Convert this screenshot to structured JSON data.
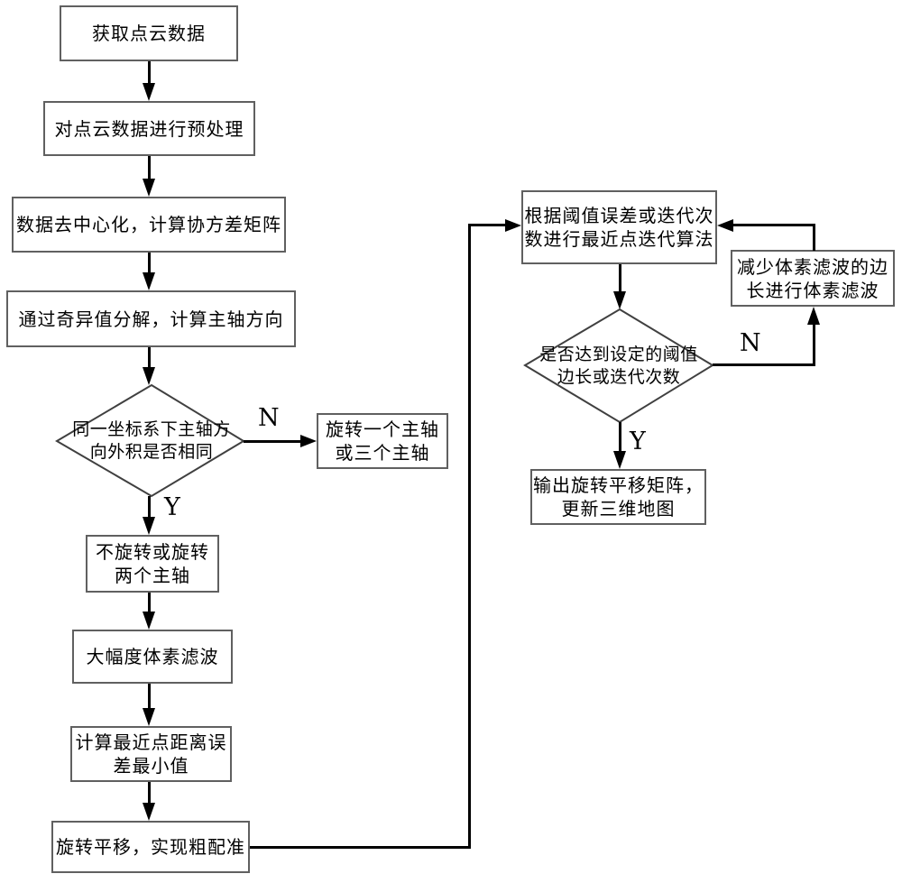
{
  "diagram": {
    "nodes": {
      "acquire": "获取点云数据",
      "preprocess": "对点云数据进行预处理",
      "decenter": "数据去中心化，计算协方差矩阵",
      "svd": "通过奇异值分解，计算主轴方向",
      "decision_cross_product": "同一坐标系下主轴方\n向外积是否相同",
      "rotate_one_or_three": "旋转一个主轴\n或三个主轴",
      "rotate_none_or_two": "不旋转或旋转\n两个主轴",
      "large_voxel_filter": "大幅度体素滤波",
      "min_nearest_error": "计算最近点距离误\n差最小值",
      "coarse_registration": "旋转平移，实现粗配准",
      "icp_iteration": "根据阈值误差或迭代次\n数进行最近点迭代算法",
      "decision_threshold": "是否达到设定的阈值\n边长或迭代次数",
      "reduce_voxel_edge": "减少体素滤波的边\n长进行体素滤波",
      "output_matrix": "输出旋转平移矩阵，\n更新三维地图"
    },
    "branch_labels": {
      "n1": "N",
      "y1": "Y",
      "n2": "N",
      "y2": "Y"
    },
    "colors": {
      "line": "#000000",
      "box_border": "#606060",
      "background": "#ffffff"
    }
  }
}
